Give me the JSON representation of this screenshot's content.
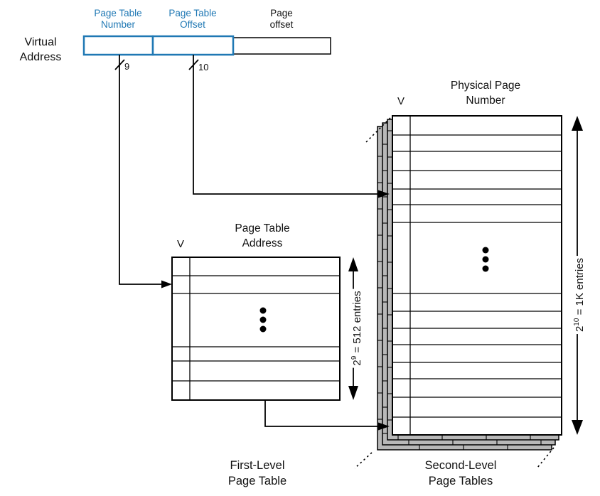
{
  "virtual_address": {
    "label_line1": "Virtual",
    "label_line2": "Address",
    "fields": [
      {
        "line1": "Page Table",
        "line2": "Number",
        "bits": "9"
      },
      {
        "line1": "Page Table",
        "line2": "Offset",
        "bits": "10"
      },
      {
        "line1": "Page",
        "line2": "offset"
      }
    ]
  },
  "first_level": {
    "v_label": "V",
    "header_line1": "Page Table",
    "header_line2": "Address",
    "entries": {
      "base": "2",
      "exp": "9",
      "rest": " = 512 entries"
    },
    "caption_line1": "First-Level",
    "caption_line2": "Page Table"
  },
  "second_level": {
    "v_label": "V",
    "header_line1": "Physical Page",
    "header_line2": "Number",
    "entries": {
      "base": "2",
      "exp": "10",
      "rest": " = 1K entries"
    },
    "caption_line1": "Second-Level",
    "caption_line2": "Page Tables"
  },
  "colors": {
    "accent_blue": "#1F78B4",
    "stack_gray": "#B8B8B8"
  }
}
